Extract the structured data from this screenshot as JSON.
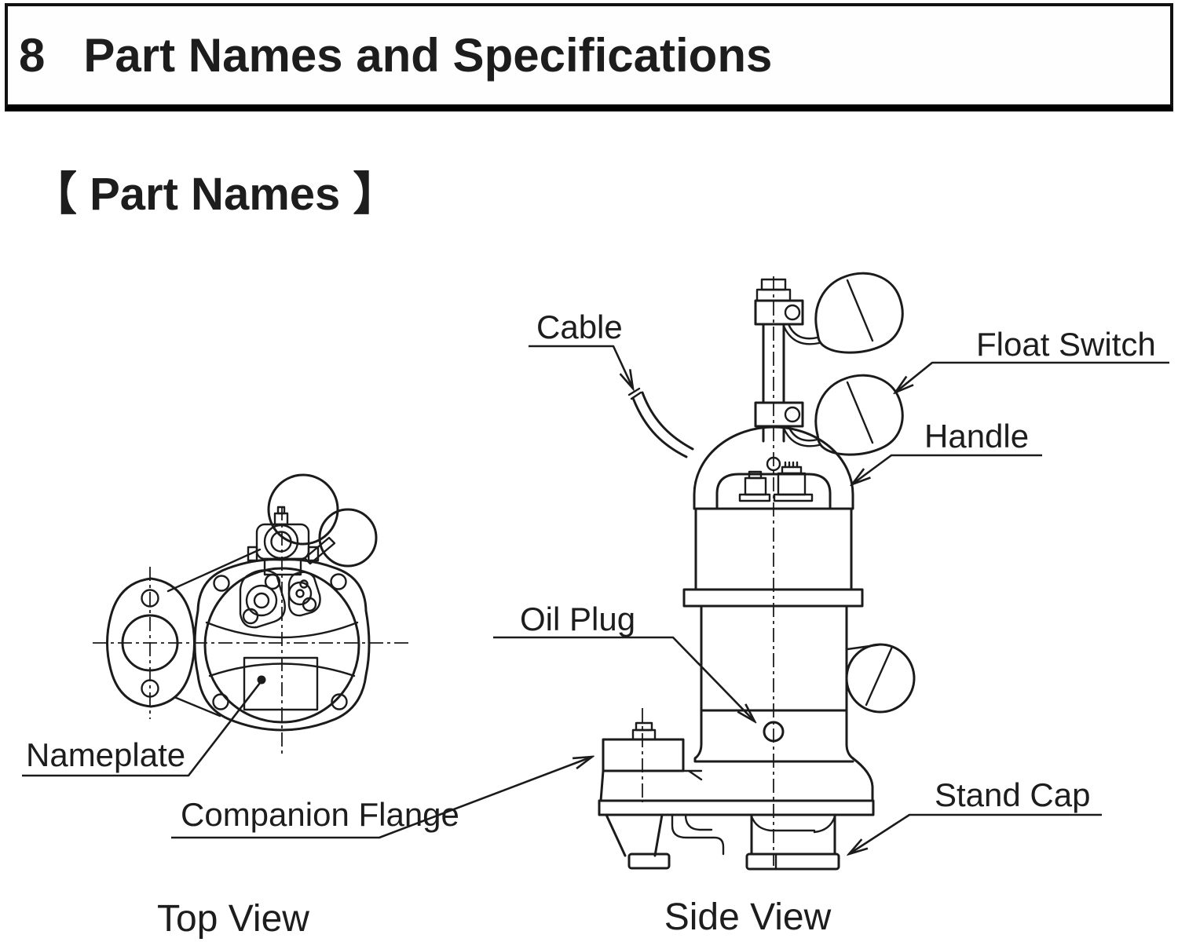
{
  "page": {
    "background": "#ffffff",
    "ink": "#1b1b1b"
  },
  "header": {
    "section_number": "8",
    "title": "Part Names and Specifications"
  },
  "section_heading": "【 Part Names 】",
  "diagram": {
    "type": "pump-parts-diagram",
    "labels": {
      "cable": "Cable",
      "float_switch": "Float Switch",
      "handle": "Handle",
      "oil_plug": "Oil Plug",
      "nameplate": "Nameplate",
      "companion_flange": "Companion Flange",
      "stand_cap": "Stand Cap"
    },
    "captions": {
      "top_view": "Top View",
      "side_view": "Side View"
    }
  }
}
